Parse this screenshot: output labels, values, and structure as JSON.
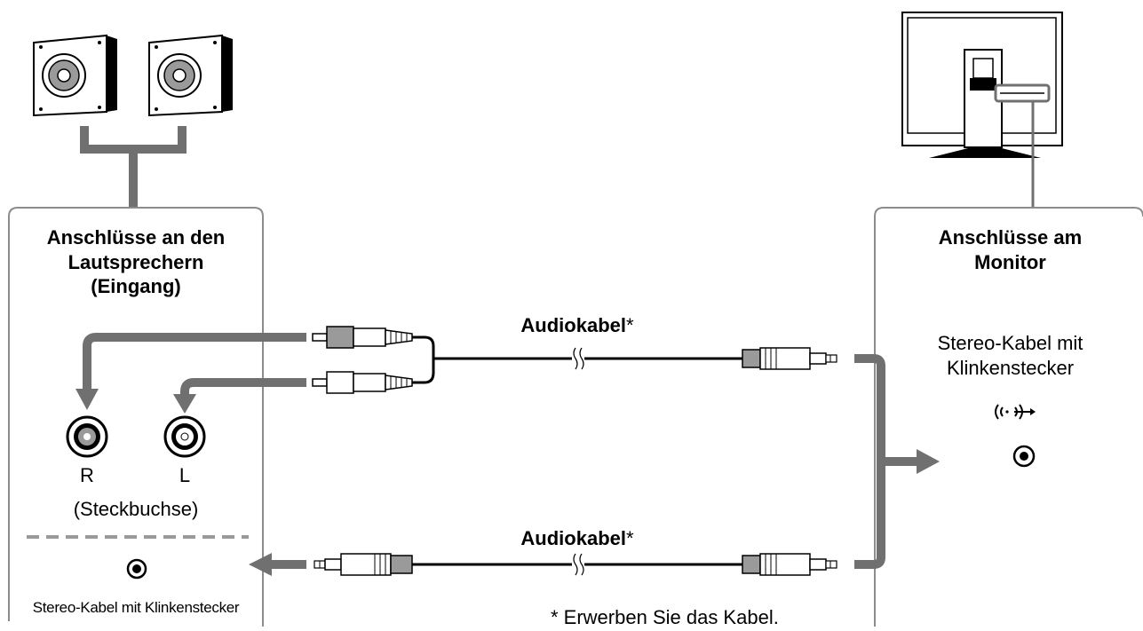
{
  "left_panel": {
    "title_lines": [
      "Anschlüsse an den",
      "Lautsprechern",
      "(Eingang)"
    ],
    "jack_r_label": "R",
    "jack_l_label": "L",
    "jack_caption": "(Steckbuchse)",
    "mini_jack_caption": "Stereo-Kabel mit Klinkenstecker"
  },
  "right_panel": {
    "title_lines": [
      "Anschlüsse am",
      "Monitor"
    ],
    "port_caption_lines": [
      "Stereo-Kabel mit",
      "Klinkenstecker"
    ],
    "port_icon": "audio-out-icon"
  },
  "cables": {
    "top_label": "Audiokabel",
    "bottom_label": "Audiokabel",
    "asterisk": "*"
  },
  "footnote": "* Erwerben Sie das Kabel.",
  "colors": {
    "connector_gray": "#707070",
    "panel_border": "#8c8c8c",
    "dashed_line": "#9a9a9a"
  }
}
